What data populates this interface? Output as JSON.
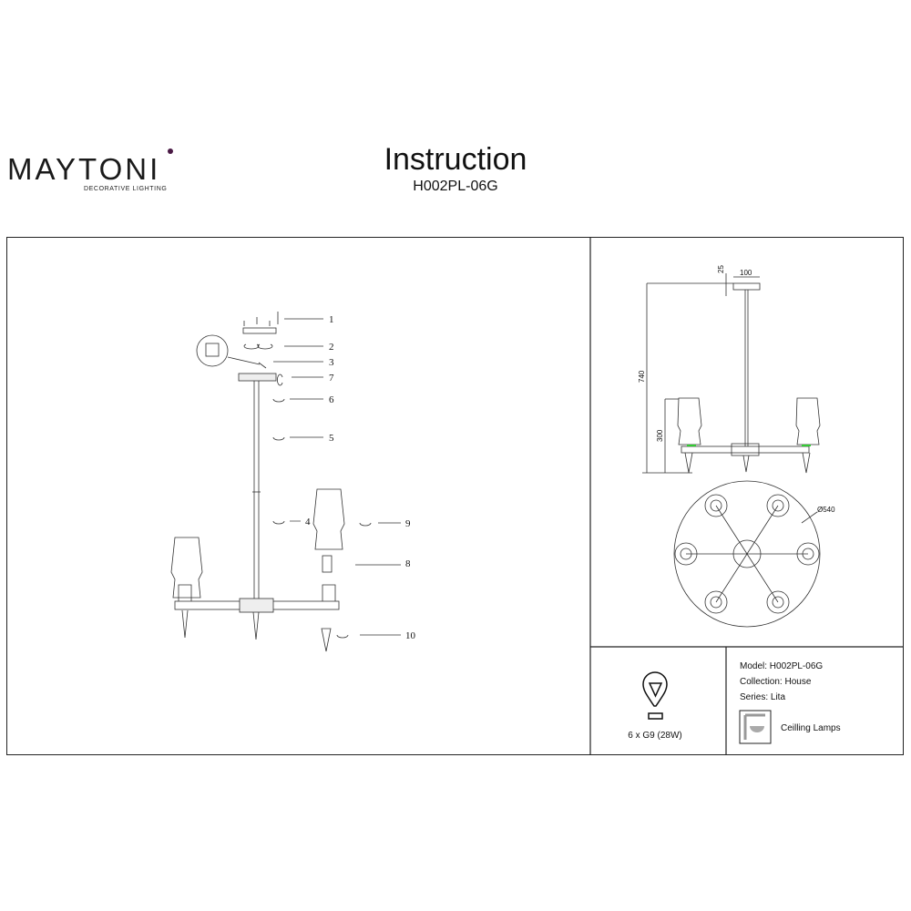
{
  "header": {
    "brand": "MAYTONI",
    "brand_tagline": "DECORATIVE LIGHTING",
    "title": "Instruction",
    "model_code": "H002PL-06G"
  },
  "assembly": {
    "step_labels": [
      "1",
      "2",
      "3",
      "4",
      "5",
      "6",
      "7",
      "8",
      "9",
      "10"
    ]
  },
  "dimensions": {
    "total_height": "740",
    "shade_height": "300",
    "canopy_height": "25",
    "canopy_width": "100",
    "diameter": "Ø540"
  },
  "specs": {
    "bulb": "6 x G9 (28W)",
    "model": "Model: H002PL-06G",
    "collection": "Collection: House",
    "series": "Series: Lita",
    "category": "Ceilling Lamps"
  },
  "colors": {
    "brand_accent": "#4a1a45",
    "socket_ring": "#33cc33"
  }
}
